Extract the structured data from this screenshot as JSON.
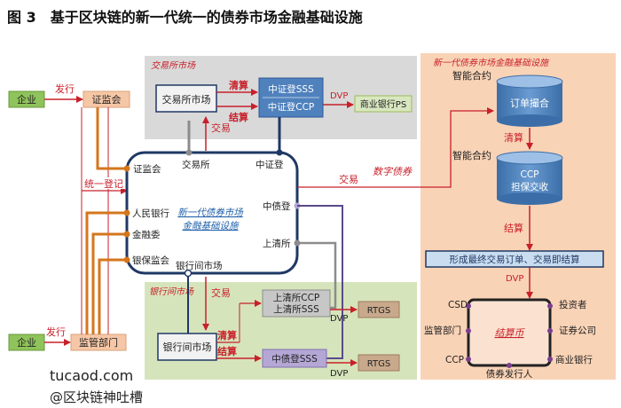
{
  "figure_title": "图 3　基于区块链的新一代统一的债券市场金融基础设施",
  "regions": {
    "exchange": "交易所市场",
    "interbank": "银行间市场",
    "new_infra": "新一代债券市场金融基础设施"
  },
  "left": {
    "enterprise_top": "企业",
    "issue_top": "发行",
    "csrc_top": "证监会",
    "unified_registration": "统一登记",
    "enterprise_bottom": "企业",
    "issue_bottom": "发行",
    "regulator_bottom": "监管部门"
  },
  "exchange_market": {
    "box": "交易所市场",
    "clearing": "清算",
    "settlement": "结算",
    "csdc_sss": "中证登SSS",
    "csdc_ccp": "中证登CCP",
    "dvp": "DVP",
    "commercial_bank_ps": "商业银行PS",
    "trade": "交易"
  },
  "hub": {
    "name_line1": "新一代债券市场",
    "name_line2": "金融基础设施",
    "csrc": "证监会",
    "exchange": "交易所",
    "csdc": "中证登",
    "pboc": "人民银行",
    "fsc": "金融委",
    "cbirc": "银保监会",
    "interbank": "银行间市场",
    "ccdc": "中债登",
    "shch": "上清所"
  },
  "digital_link": {
    "trade": "交易",
    "digital_bond": "数字债券"
  },
  "right": {
    "smart_contract_1": "智能合约",
    "order_matching": "订单撮合",
    "clearing": "清算",
    "smart_contract_2": "智能合约",
    "ccp_line1": "CCP",
    "ccp_line2": "担保交收",
    "settlement": "结算",
    "final_order": "形成最终交易订单、交易即结算",
    "dvp": "DVP",
    "settlement_ledger": "结算币",
    "csd": "CSD",
    "investor": "投资者",
    "regulator": "监管部门",
    "securities_company": "证券公司",
    "ccp": "CCP",
    "commercial_bank": "商业银行",
    "issuer": "债券发行人"
  },
  "interbank_market": {
    "trade": "交易",
    "shch_ccp": "上清所CCP",
    "shch_sss": "上清所SSS",
    "dvp_1": "DVP",
    "rtgs_1": "RTGS",
    "box": "银行间市场",
    "clearing": "清算",
    "settlement": "结算",
    "ccdc_sss": "中债登SSS",
    "dvp_2": "DVP",
    "rtgs_2": "RTGS"
  },
  "watermark": {
    "site": "tucaod.com",
    "handle": "@区块链神吐槽"
  },
  "colors": {
    "red_arrow": "#c8202a",
    "orange_line": "#d4761c",
    "navy": "#1f3864",
    "exchange_bg": "#d9d9d9",
    "interbank_bg": "#d6e4bc",
    "right_bg": "#f9d3b6",
    "blue_box": "#4f81bd",
    "label_blue": "#1f5fa8"
  }
}
